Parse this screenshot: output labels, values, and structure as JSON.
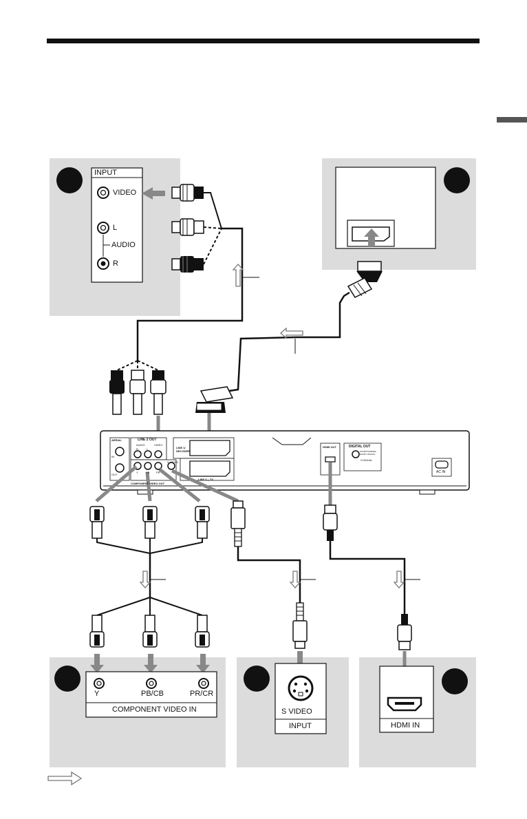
{
  "video_input_panel": {
    "title": "INPUT",
    "video": "VIDEO",
    "left": "L",
    "audio": "AUDIO",
    "right": "R"
  },
  "component_panel": {
    "y": "Y",
    "pb": "PB/CB",
    "pr": "PR/CR",
    "title": "COMPONENT VIDEO IN"
  },
  "svideo_panel": {
    "label": "S VIDEO",
    "title": "INPUT"
  },
  "hdmi_panel": {
    "label": "HDMI IN"
  },
  "recorder": {
    "aerial": "AERIAL",
    "aerial_in": "IN",
    "aerial_out": "OUT",
    "line2_out": "LINE 2 OUT",
    "audio": "AUDIO",
    "video": "VIDEO",
    "r": "R",
    "l": "L",
    "line1_decoder": "LINE 1/ DECODER",
    "line3_tv": "LINE 3 – TV",
    "component_out": "COMPONENT VIDEO OUT",
    "pr": "PR",
    "pb": "PB",
    "y": "Y",
    "s_video": "S VIDEO",
    "hdmi_out": "HDMI OUT",
    "digital_out": "DIGITAL OUT",
    "coaxial": "COAXIAL",
    "pcm_dts": "PCM/DTS/MPEG/ DOLBY DIGITAL",
    "ac_in": "AC IN"
  }
}
